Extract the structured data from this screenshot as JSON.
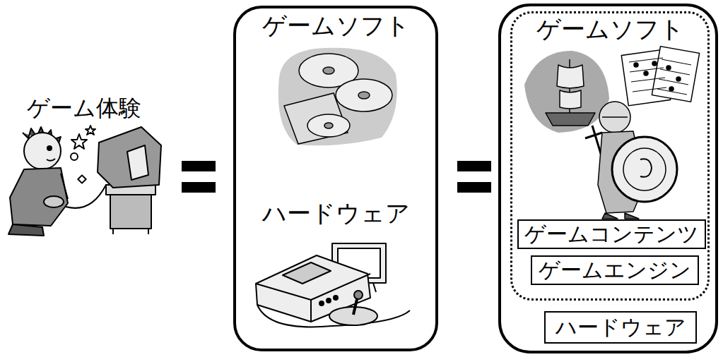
{
  "diagram": {
    "nodes": [
      {
        "text": [
          "ゲームソフト",
          "ハードウェア"
        ]
      },
      {
        "text": []
      },
      {
        "text": [
          "ゲームソフト"
        ],
        "in": 1
      },
      {
        "text": [
          "ゲームコンテンツ"
        ],
        "in": 2
      },
      {
        "text": [
          "ゲームエンジン"
        ],
        "in": 2
      },
      {
        "text": [
          "ハードウェア"
        ],
        "in": 1
      }
    ],
    "labels": [
      "ゲーム体験"
    ]
  }
}
